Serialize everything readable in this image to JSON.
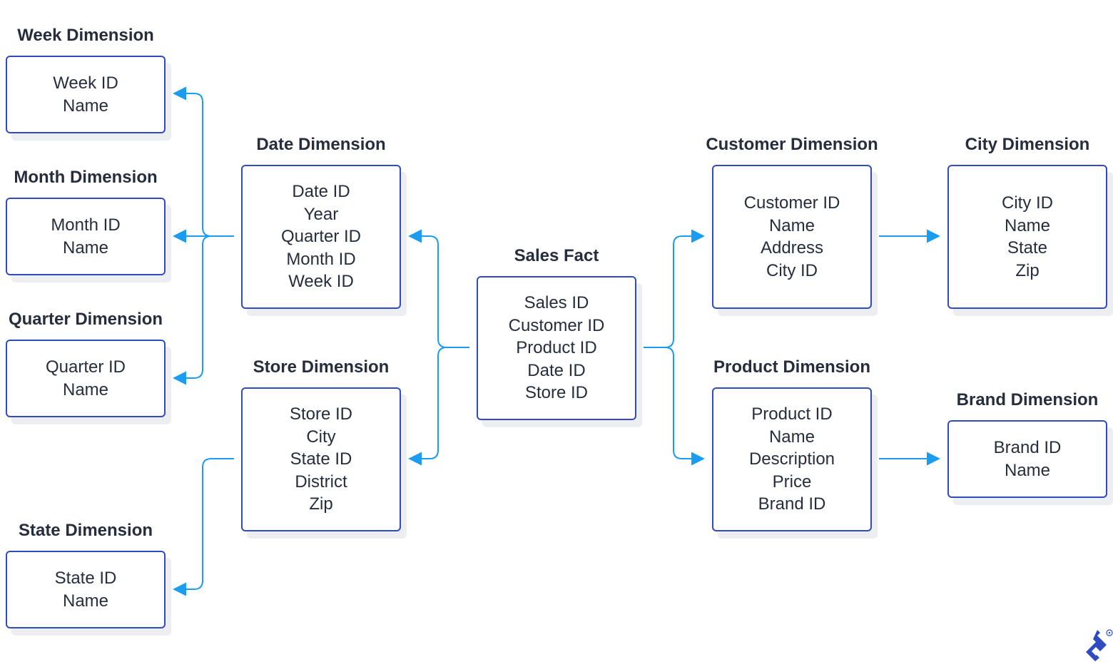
{
  "entities": {
    "week": {
      "title": "Week Dimension",
      "fields": [
        "Week ID",
        "Name"
      ]
    },
    "month": {
      "title": "Month Dimension",
      "fields": [
        "Month ID",
        "Name"
      ]
    },
    "quarter": {
      "title": "Quarter Dimension",
      "fields": [
        "Quarter ID",
        "Name"
      ]
    },
    "state": {
      "title": "State Dimension",
      "fields": [
        "State ID",
        "Name"
      ]
    },
    "date": {
      "title": "Date Dimension",
      "fields": [
        "Date ID",
        "Year",
        "Quarter ID",
        "Month ID",
        "Week ID"
      ]
    },
    "store": {
      "title": "Store Dimension",
      "fields": [
        "Store ID",
        "City",
        "State ID",
        "District",
        "Zip"
      ]
    },
    "sales": {
      "title": "Sales Fact",
      "fields": [
        "Sales ID",
        "Customer ID",
        "Product ID",
        "Date ID",
        "Store ID"
      ]
    },
    "customer": {
      "title": "Customer Dimension",
      "fields": [
        "Customer ID",
        "Name",
        "Address",
        "City ID"
      ]
    },
    "product": {
      "title": "Product Dimension",
      "fields": [
        "Product ID",
        "Name",
        "Description",
        "Price",
        "Brand ID"
      ]
    },
    "city": {
      "title": "City Dimension",
      "fields": [
        "City ID",
        "Name",
        "State",
        "Zip"
      ]
    },
    "brand": {
      "title": "Brand Dimension",
      "fields": [
        "Brand ID",
        "Name"
      ]
    }
  },
  "relationships": [
    {
      "from": "sales",
      "to": "date"
    },
    {
      "from": "sales",
      "to": "store"
    },
    {
      "from": "sales",
      "to": "customer"
    },
    {
      "from": "sales",
      "to": "product"
    },
    {
      "from": "date",
      "to": "week"
    },
    {
      "from": "date",
      "to": "month"
    },
    {
      "from": "date",
      "to": "quarter"
    },
    {
      "from": "store",
      "to": "state"
    },
    {
      "from": "customer",
      "to": "city"
    },
    {
      "from": "product",
      "to": "brand"
    }
  ],
  "colors": {
    "border": "#2f4bbf",
    "connector": "#1a9cf0",
    "text": "#262d3d",
    "shadow": "#edeef2"
  },
  "logo_icon": "toptal-logo-icon"
}
